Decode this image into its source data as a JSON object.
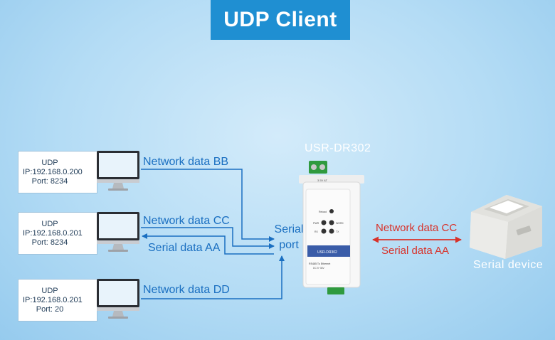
{
  "title": "UDP Client",
  "device_name": "USR-DR302",
  "serial_port_label": [
    "Serial",
    "port"
  ],
  "serial_device_label": "Serial device",
  "device_labels": {
    "terminals": "3 5V AT",
    "model": "USR-DR302",
    "subtitle": "RS485 To Ethernet",
    "power": "DC 5~36V",
    "led1": "Reload",
    "led2": "PWR",
    "led3": "WORK",
    "led4": "RX",
    "led5": "TX"
  },
  "hosts": [
    {
      "protocol": "UDP",
      "ip": "IP:192.168.0.200",
      "port": "Port:  8234",
      "label": "Network data BB"
    },
    {
      "protocol": "UDP",
      "ip": "IP:192.168.0.201",
      "port": "Port:  8234",
      "label": "Network data CC",
      "label2": "Serial data AA"
    },
    {
      "protocol": "UDP",
      "ip": "IP:192.168.0.201",
      "port": "Port:  20",
      "label": "Network data DD"
    }
  ],
  "right_labels": {
    "top": "Network data CC",
    "bottom": "Serial data AA"
  },
  "colors": {
    "banner": "#1f8fd2",
    "blue": "#1a6fc1",
    "red": "#d8322a"
  }
}
